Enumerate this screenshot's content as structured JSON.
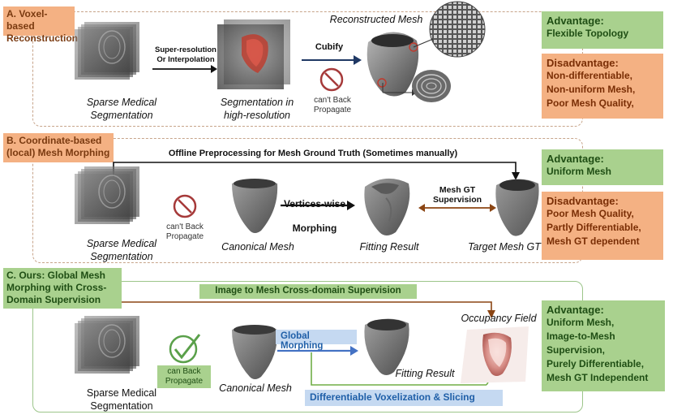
{
  "section_a": {
    "tag": "A. Voxel-based Reconstruction",
    "input_caption": "Sparse Medical Segmentation",
    "arrow1_label": "Super-resolution Or Interpolation",
    "mid_caption": "Segmentation in high-resolution",
    "arrow2_label": "Cubify",
    "no_backprop": "can't Back Propagate",
    "result_caption": "Reconstructed Mesh",
    "advantage_title": "Advantage:",
    "advantage_items": [
      "Flexible Topology"
    ],
    "disadvantage_title": "Disadvantage:",
    "disadvantage_items": [
      "Non-differentiable,",
      "Non-uniform Mesh,",
      "Poor Mesh Quality,"
    ]
  },
  "section_b": {
    "tag": "B. Coordinate-based (local) Mesh Morphing",
    "top_label": "Offline Preprocessing for Mesh Ground Truth (Sometimes manually)",
    "input_caption": "Sparse Medical Segmentation",
    "no_backprop": "can't Back Propagate",
    "canonical_caption": "Canonical Mesh",
    "morph_label": "Vertices-wise Morphing",
    "fitting_caption": "Fitting Result",
    "supervision_label": "Mesh GT Supervision",
    "target_caption": "Target Mesh GT",
    "advantage_title": "Advantage:",
    "advantage_items": [
      "Uniform Mesh"
    ],
    "disadvantage_title": "Disadvantage:",
    "disadvantage_items": [
      "Poor Mesh Quality,",
      "Partly Differentiable,",
      "Mesh GT dependent"
    ]
  },
  "section_c": {
    "tag": "C. Ours: Global Mesh Morphing with Cross-Domain Supervision",
    "top_label": "Image to Mesh Cross-domain Supervision",
    "input_caption": "Sparse Medical Segmentation",
    "yes_backprop": "can Back Propagate",
    "canonical_caption": "Canonical Mesh",
    "morph_label": "Global Morphing",
    "fitting_caption": "Fitting Result",
    "occupancy_caption": "Occupancy Field",
    "voxelize_label": "Differentiable Voxelization & Slicing",
    "advantage_title": "Advantage:",
    "advantage_items": [
      "Uniform Mesh,",
      "Image-to-Mesh Supervision,",
      "Purely Differentiable,",
      "Mesh GT Independent"
    ]
  },
  "colors": {
    "orange": "#f4b183",
    "green": "#a9d18e",
    "blue_tag": "#c5d9f1",
    "arrow_dark": "#1f3864",
    "arrow_brown": "#8b4513",
    "arrow_green": "#70ad47",
    "arrow_blue": "#4472c4",
    "cross_red": "#a63a3a",
    "check_green": "#5aa04a"
  }
}
